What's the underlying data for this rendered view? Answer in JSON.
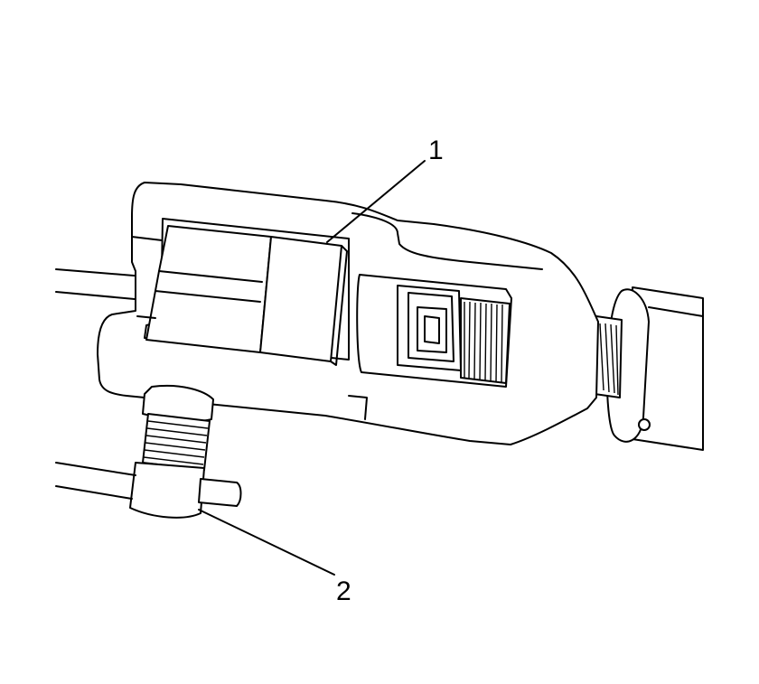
{
  "callouts": [
    {
      "id": "1",
      "text": "1"
    },
    {
      "id": "2",
      "text": "2"
    }
  ],
  "colors": {
    "stroke": "#000000",
    "background": "#ffffff"
  }
}
